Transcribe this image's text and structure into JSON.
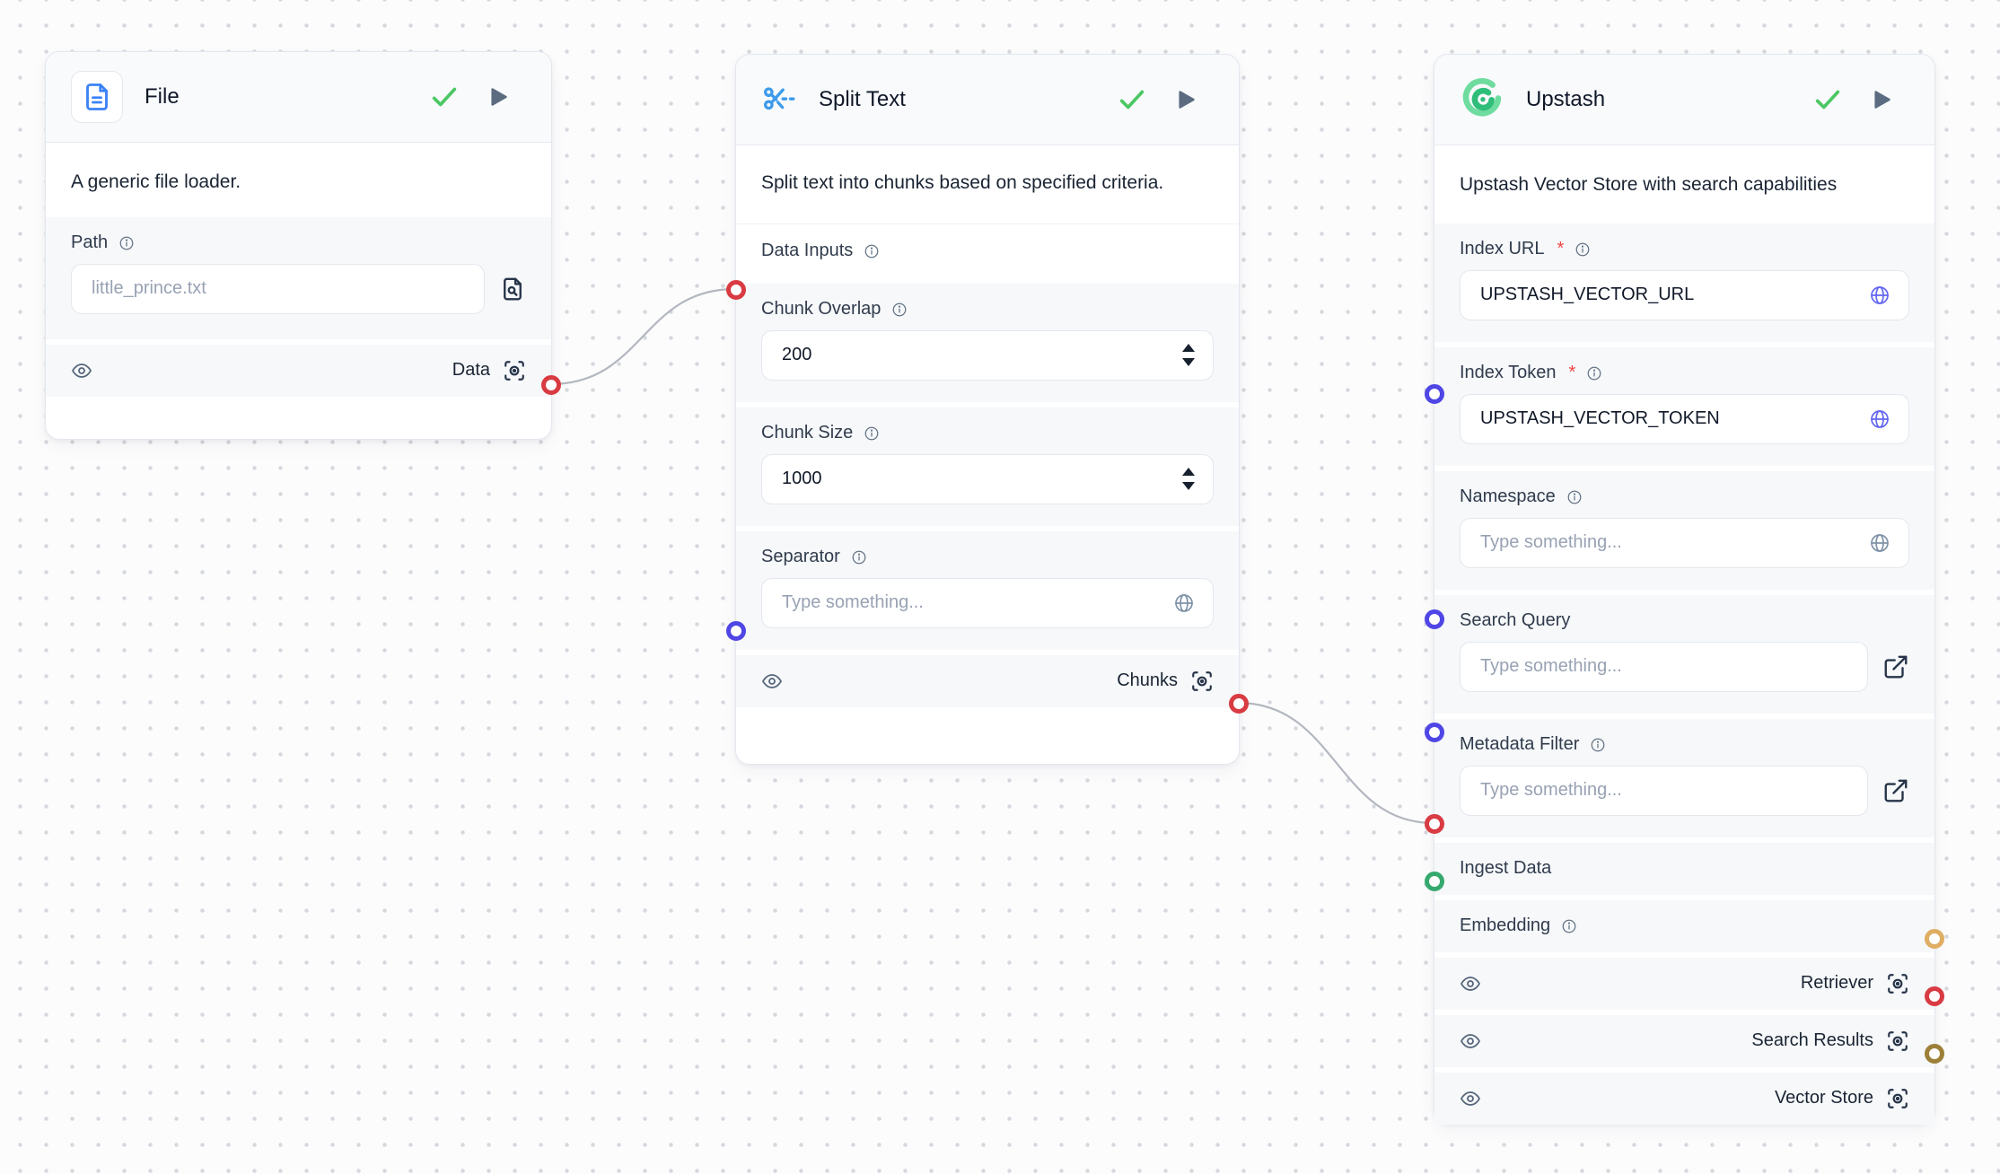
{
  "canvas": {
    "background": "#fcfcfd",
    "dot_color": "#d5d8dd",
    "edge_color": "#b3b7bf"
  },
  "colors": {
    "port_data_red": "#d93b42",
    "port_message_indigo": "#4f46e5",
    "port_embedding_green": "#36a96e",
    "port_retriever_amber": "#dfae63",
    "port_vectorstore_olive": "#9c8038",
    "check_green": "#4cc763",
    "play_gray": "#5b6b80",
    "file_icon_blue": "#3b82f6",
    "scissors_blue": "#3d9bea",
    "upstash_green": "#2fbe7a"
  },
  "file_node": {
    "title": "File",
    "description": "A generic file loader.",
    "path": {
      "label": "Path",
      "placeholder": "little_prince.txt"
    },
    "output": {
      "label": "Data"
    }
  },
  "split_node": {
    "title": "Split Text",
    "description": "Split text into chunks based on specified criteria.",
    "data_inputs_label": "Data Inputs",
    "chunk_overlap": {
      "label": "Chunk Overlap",
      "value": "200"
    },
    "chunk_size": {
      "label": "Chunk Size",
      "value": "1000"
    },
    "separator": {
      "label": "Separator",
      "placeholder": "Type something..."
    },
    "output": {
      "label": "Chunks"
    }
  },
  "upstash_node": {
    "title": "Upstash",
    "description": "Upstash Vector Store with search capabilities",
    "required_mark": "*",
    "index_url": {
      "label": "Index URL",
      "value": "UPSTASH_VECTOR_URL"
    },
    "index_token": {
      "label": "Index Token",
      "value": "UPSTASH_VECTOR_TOKEN"
    },
    "namespace": {
      "label": "Namespace",
      "placeholder": "Type something..."
    },
    "search_query": {
      "label": "Search Query",
      "placeholder": "Type something..."
    },
    "metadata_filter": {
      "label": "Metadata Filter",
      "placeholder": "Type something..."
    },
    "ingest_label": "Ingest Data",
    "embedding_label": "Embedding",
    "outputs": {
      "retriever": "Retriever",
      "search_results": "Search Results",
      "vector_store": "Vector Store"
    }
  }
}
